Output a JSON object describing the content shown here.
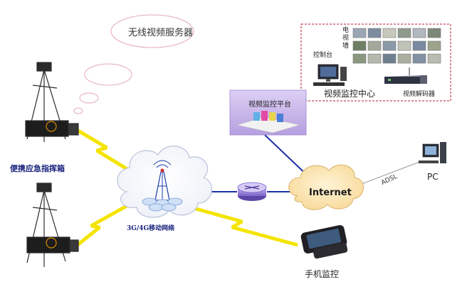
{
  "labels": {
    "server_cloud": "无线视频服务器",
    "briefcase": "便携应急指挥箱",
    "mobile_network": "3G/4G移动网络",
    "platform": "视频监控平台",
    "control_desk": "控制台",
    "video_wall": "电视墙",
    "monitor_center": "视频监控中心",
    "decoder": "视频解码器",
    "internet": "Internet",
    "adsl": "ADSL",
    "pc": "PC",
    "phone": "手机监控"
  },
  "colors": {
    "wireless_bolt": "#f4e400",
    "link_line": "#1a2fa8",
    "internet_cloud": "#fde7b0",
    "mobile_cloud": "#ffffff",
    "platform_box": "#c9b6ea",
    "center_border": "#b7192e",
    "speech_bubble": "#e4a8b4",
    "label_blue": "#1a237e"
  }
}
